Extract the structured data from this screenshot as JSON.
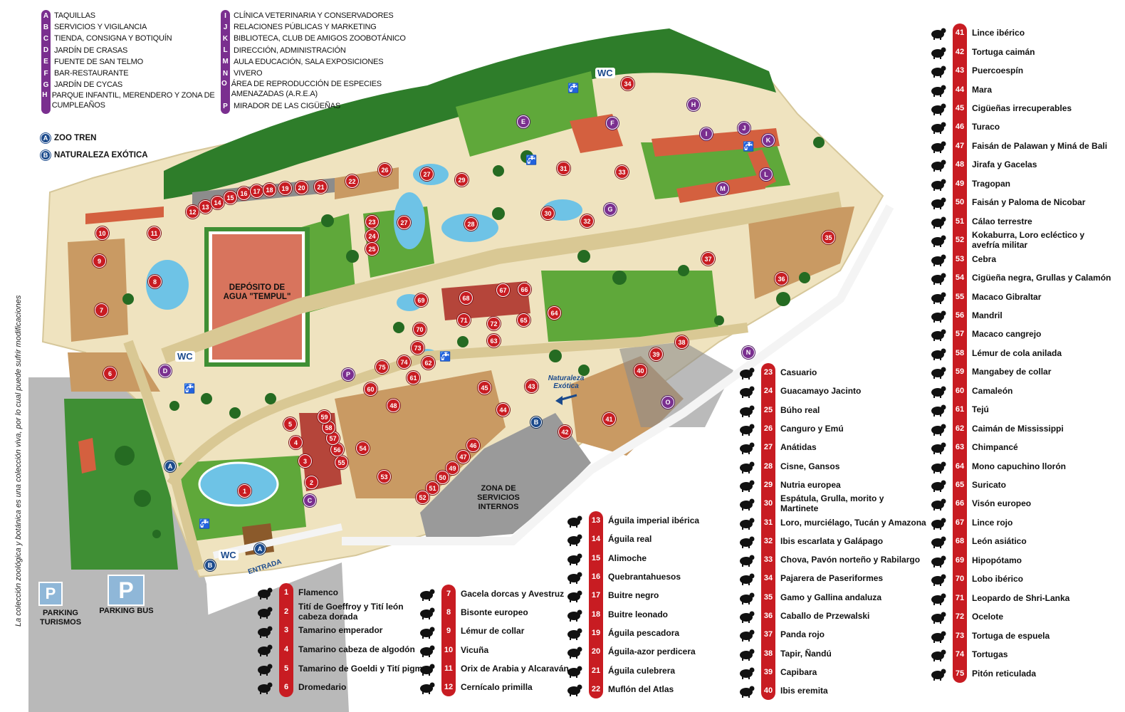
{
  "facilities": {
    "column1": [
      {
        "letter": "A",
        "text": "TAQUILLAS"
      },
      {
        "letter": "B",
        "text": "SERVICIOS Y VIGILANCIA"
      },
      {
        "letter": "C",
        "text": "TIENDA, CONSIGNA Y BOTIQUÍN"
      },
      {
        "letter": "D",
        "text": "JARDÍN DE CRASAS"
      },
      {
        "letter": "E",
        "text": "FUENTE DE SAN TELMO"
      },
      {
        "letter": "F",
        "text": "BAR-RESTAURANTE"
      },
      {
        "letter": "G",
        "text": "JARDÍN DE CYCAS"
      },
      {
        "letter": "H",
        "text": "PARQUE INFANTIL, MERENDERO Y ZONA DE CUMPLEAÑOS"
      }
    ],
    "column2": [
      {
        "letter": "I",
        "text": "CLÍNICA VETERINARIA Y CONSERVADORES"
      },
      {
        "letter": "J",
        "text": "RELACIONES PÚBLICAS Y MARKETING"
      },
      {
        "letter": "K",
        "text": "BIBLIOTECA, CLUB DE AMIGOS ZOOBOTÁNICO"
      },
      {
        "letter": "L",
        "text": "DIRECCIÓN, ADMINISTRACIÓN"
      },
      {
        "letter": "M",
        "text": "AULA EDUCACIÓN, SALA EXPOSICIONES"
      },
      {
        "letter": "N",
        "text": "VIVERO"
      },
      {
        "letter": "O",
        "text": "ÁREA DE REPRODUCCIÓN DE ESPECIES AMENAZADAS (A.R.E.A)"
      },
      {
        "letter": "P",
        "text": "MIRADOR DE LAS CIGÜEÑAS"
      }
    ]
  },
  "transport": [
    {
      "letter": "A",
      "text": "ZOO TREN"
    },
    {
      "letter": "B",
      "text": "NATURALEZA EXÓTICA"
    }
  ],
  "side_note": "La colección zoológica y botánica es una colección viva, por lo cual puede sufrir modificaciones",
  "map_labels": {
    "water_tank": "DEPÓSITO DE AGUA \"TEMPUL\"",
    "service_zone": "ZONA DE SERVICIOS INTERNOS",
    "entrance": "ENTRADA",
    "parking_cars": "PARKING TURISMOS",
    "parking_bus": "PARKING BUS",
    "parking_symbol": "P",
    "wc": "WC",
    "exotic_nature": "Naturaleza Exótica"
  },
  "species": {
    "group1": [
      {
        "num": "1",
        "name": "Flamenco"
      },
      {
        "num": "2",
        "name": "Tití de Goeffroy y Tití león cabeza dorada"
      },
      {
        "num": "3",
        "name": "Tamarino emperador"
      },
      {
        "num": "4",
        "name": "Tamarino cabeza de algodón"
      },
      {
        "num": "5",
        "name": "Tamarino de Goeldi y Tití pigmeo"
      },
      {
        "num": "6",
        "name": "Dromedario"
      }
    ],
    "group2": [
      {
        "num": "7",
        "name": "Gacela dorcas y Avestruz"
      },
      {
        "num": "8",
        "name": "Bisonte europeo"
      },
      {
        "num": "9",
        "name": "Lémur de collar"
      },
      {
        "num": "10",
        "name": "Vicuña"
      },
      {
        "num": "11",
        "name": "Orix de Arabia y Alcaraván"
      },
      {
        "num": "12",
        "name": "Cernícalo primilla"
      }
    ],
    "group3": [
      {
        "num": "13",
        "name": "Águila imperial ibérica"
      },
      {
        "num": "14",
        "name": "Águila real"
      },
      {
        "num": "15",
        "name": "Alimoche"
      },
      {
        "num": "16",
        "name": "Quebrantahuesos"
      },
      {
        "num": "17",
        "name": "Buitre negro"
      },
      {
        "num": "18",
        "name": "Buitre leonado"
      },
      {
        "num": "19",
        "name": "Águila pescadora"
      },
      {
        "num": "20",
        "name": "Águila-azor perdicera"
      },
      {
        "num": "21",
        "name": "Águila culebrera"
      },
      {
        "num": "22",
        "name": "Muflón del Atlas"
      }
    ],
    "group4": [
      {
        "num": "23",
        "name": "Casuario"
      },
      {
        "num": "24",
        "name": "Guacamayo Jacinto"
      },
      {
        "num": "25",
        "name": "Búho real"
      },
      {
        "num": "26",
        "name": "Canguro y Emú"
      },
      {
        "num": "27",
        "name": "Anátidas"
      },
      {
        "num": "28",
        "name": "Cisne, Gansos"
      },
      {
        "num": "29",
        "name": "Nutria europea"
      },
      {
        "num": "30",
        "name": "Espátula, Grulla, morito y Martinete"
      },
      {
        "num": "31",
        "name": "Loro, murciélago, Tucán y Amazona"
      },
      {
        "num": "32",
        "name": "Ibis escarlata y Galápago"
      },
      {
        "num": "33",
        "name": "Chova, Pavón norteño y Rabilargo"
      },
      {
        "num": "34",
        "name": "Pajarera de Paseriformes"
      },
      {
        "num": "35",
        "name": "Gamo y Gallina andaluza"
      },
      {
        "num": "36",
        "name": "Caballo de Przewalski"
      },
      {
        "num": "37",
        "name": "Panda rojo"
      },
      {
        "num": "38",
        "name": "Tapir, Ñandú"
      },
      {
        "num": "39",
        "name": "Capibara"
      },
      {
        "num": "40",
        "name": "Ibis eremita"
      }
    ],
    "group5": [
      {
        "num": "41",
        "name": "Lince ibérico"
      },
      {
        "num": "42",
        "name": "Tortuga caimán"
      },
      {
        "num": "43",
        "name": "Puercoespín"
      },
      {
        "num": "44",
        "name": "Mara"
      },
      {
        "num": "45",
        "name": "Cigüeñas irrecuperables"
      },
      {
        "num": "46",
        "name": "Turaco"
      },
      {
        "num": "47",
        "name": "Faisán de Palawan y Miná de Bali"
      },
      {
        "num": "48",
        "name": "Jirafa y Gacelas"
      },
      {
        "num": "49",
        "name": "Tragopan"
      },
      {
        "num": "50",
        "name": "Faisán y Paloma de Nicobar"
      },
      {
        "num": "51",
        "name": "Cálao terrestre"
      },
      {
        "num": "52",
        "name": "Kokaburra, Loro ecléctico y avefría militar"
      },
      {
        "num": "53",
        "name": "Cebra"
      },
      {
        "num": "54",
        "name": "Cigüeña negra, Grullas y Calamón"
      },
      {
        "num": "55",
        "name": "Macaco Gibraltar"
      },
      {
        "num": "56",
        "name": "Mandril"
      },
      {
        "num": "57",
        "name": "Macaco cangrejo"
      },
      {
        "num": "58",
        "name": "Lémur de cola anilada"
      },
      {
        "num": "59",
        "name": "Mangabey de collar"
      },
      {
        "num": "60",
        "name": "Camaleón"
      },
      {
        "num": "61",
        "name": "Tejú"
      },
      {
        "num": "62",
        "name": "Caimán de Mississippi"
      },
      {
        "num": "63",
        "name": "Chimpancé"
      },
      {
        "num": "64",
        "name": "Mono capuchino llorón"
      },
      {
        "num": "65",
        "name": "Suricato"
      },
      {
        "num": "66",
        "name": "Visón europeo"
      },
      {
        "num": "67",
        "name": "Lince rojo"
      },
      {
        "num": "68",
        "name": "León asiático"
      },
      {
        "num": "69",
        "name": "Hipopótamo"
      },
      {
        "num": "70",
        "name": "Lobo ibérico"
      },
      {
        "num": "71",
        "name": "Leopardo de Shri-Lanka"
      },
      {
        "num": "72",
        "name": "Ocelote"
      },
      {
        "num": "73",
        "name": "Tortuga de espuela"
      },
      {
        "num": "74",
        "name": "Tortugas"
      },
      {
        "num": "75",
        "name": "Pitón reticulada"
      }
    ]
  },
  "colors": {
    "species_red": "#c81c22",
    "facility_purple": "#7a2f8f",
    "transport_blue": "#1b4a8c",
    "path_cream": "#efe3bf",
    "lawn_green": "#5fa83a",
    "enclosure_tan": "#c99a63",
    "water_blue": "#6ec3e6",
    "roof_red": "#d4603f"
  }
}
